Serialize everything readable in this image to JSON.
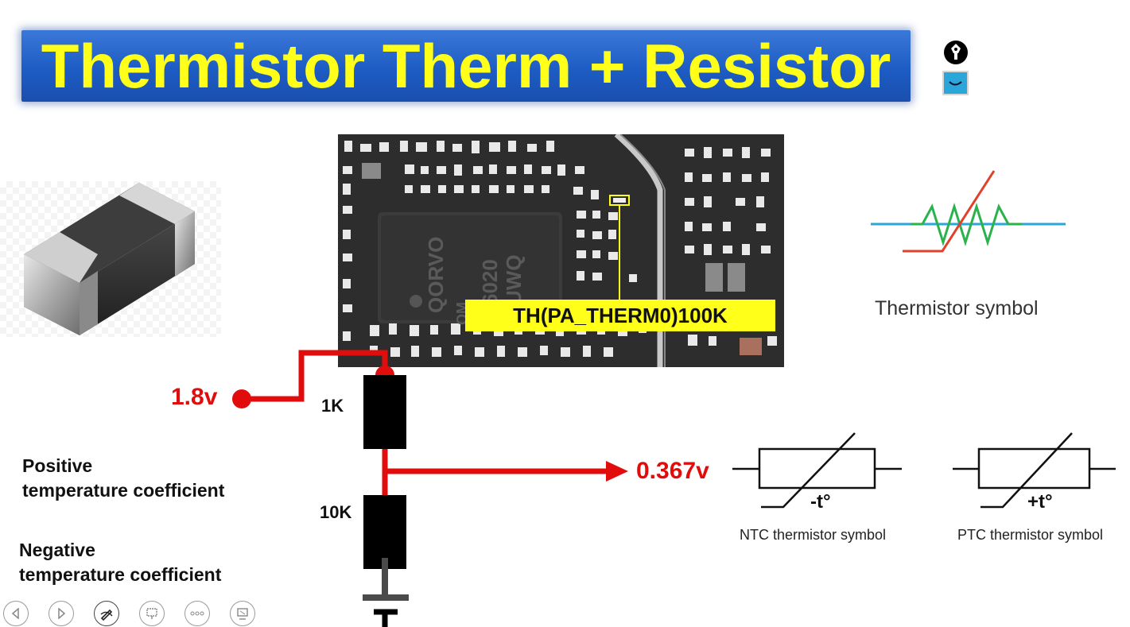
{
  "title": "Thermistor Therm + Resistor",
  "pcb": {
    "label": "TH(PA_THERM0)100K",
    "chip_marks": [
      "QORVO",
      "6020",
      "UWQ",
      "QM"
    ]
  },
  "circuit": {
    "input_voltage": "1.8v",
    "top_resistor": "1K",
    "bottom_resistor": "10K",
    "output_voltage": "0.367v"
  },
  "coefficients": {
    "positive": [
      "Positive",
      "temperature coefficient"
    ],
    "negative": [
      "Negative",
      "temperature coefficient"
    ]
  },
  "symbols": {
    "thermistor_caption": "Thermistor symbol",
    "ntc_mark": "-t°",
    "ntc_caption": "NTC thermistor symbol",
    "ptc_mark": "+t°",
    "ptc_caption": "PTC thermistor symbol"
  },
  "colors": {
    "title_text": "#ffff1a",
    "title_banner": "#1d5cc4",
    "wire": "#e10d0d",
    "label_box": "#ffff1a"
  },
  "toolbar": [
    "previous-icon",
    "next-icon",
    "pen-icon",
    "slide-view-icon",
    "more-icon",
    "presenter-icon"
  ]
}
